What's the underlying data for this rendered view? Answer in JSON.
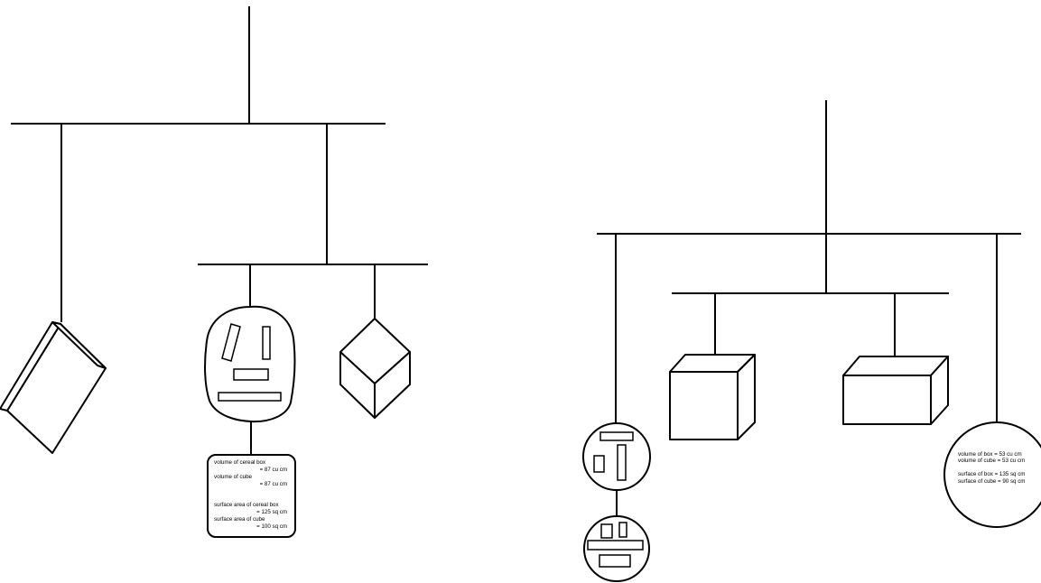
{
  "left_mobile": {
    "card": {
      "line1": "volume of cereal box",
      "line2": "= 87 cu cm",
      "line3": "volume of cube",
      "line4": "= 87 cu cm",
      "line5": "surface area of cereal box",
      "line6": "= 125 sq cm",
      "line7": "surface area of cube",
      "line8": "= 100 sq cm"
    }
  },
  "right_mobile": {
    "card": {
      "line1": "volume of box = 53 cu cm",
      "line2": "volume of cube = 53 cu cm",
      "line3": "surface of box = 135 sq cm",
      "line4": "surface of cube = 90 sq cm"
    }
  }
}
